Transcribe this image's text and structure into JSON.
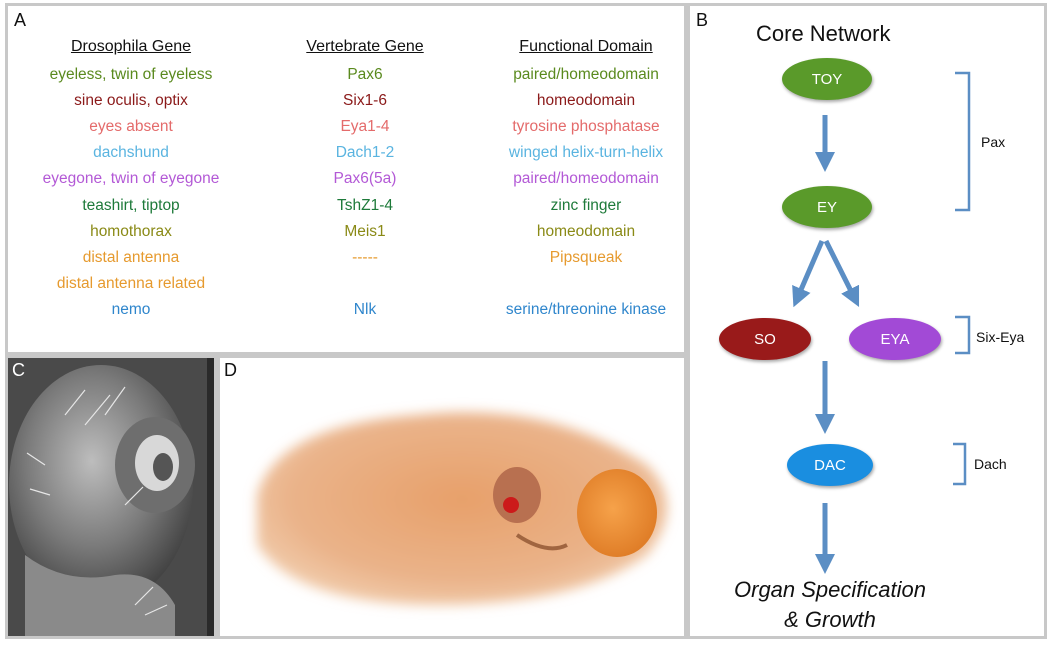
{
  "panels": {
    "a": "A",
    "b": "B",
    "c": "C",
    "d": "D"
  },
  "table": {
    "headers": [
      "Drosophila Gene",
      "Vertebrate Gene",
      "Functional Domain"
    ],
    "rows": [
      {
        "color": "#5a8a1e",
        "cells": [
          "eyeless, twin of eyeless",
          "Pax6",
          "paired/homeodomain"
        ]
      },
      {
        "color": "#8b1a1a",
        "cells": [
          "sine oculis, optix",
          "Six1-6",
          "homeodomain"
        ]
      },
      {
        "color": "#e46b6b",
        "cells": [
          "eyes absent",
          "Eya1-4",
          "tyrosine phosphatase"
        ]
      },
      {
        "color": "#5ab4e0",
        "cells": [
          "dachshund",
          "Dach1-2",
          "winged helix-turn-helix"
        ]
      },
      {
        "color": "#b359d6",
        "cells": [
          "eyegone, twin of eyegone",
          "Pax6(5a)",
          "paired/homeodomain"
        ]
      },
      {
        "color": "#1e7a3a",
        "cells": [
          "teashirt, tiptop",
          "TshZ1-4",
          "zinc finger"
        ]
      },
      {
        "color": "#8a8a16",
        "cells": [
          "homothorax",
          "Meis1",
          "homeodomain"
        ]
      },
      {
        "color": "#e69a2e",
        "cells": [
          "distal antenna",
          "-----",
          "Pipsqueak"
        ]
      },
      {
        "color": "#e69a2e",
        "cells": [
          "distal antenna related",
          "",
          ""
        ]
      },
      {
        "color": "#2f86cc",
        "cells": [
          "nemo",
          "Nlk",
          "serine/threonine kinase"
        ]
      }
    ]
  },
  "network": {
    "title": "Core Network",
    "nodes": {
      "toy": {
        "label": "TOY",
        "color": "#5a9a2a"
      },
      "ey": {
        "label": "EY",
        "color": "#5a9a2a"
      },
      "so": {
        "label": "SO",
        "color": "#991a1a"
      },
      "eya": {
        "label": "EYA",
        "color": "#a24ad6"
      },
      "dac": {
        "label": "DAC",
        "color": "#1a8ee0"
      }
    },
    "groups": {
      "pax": "Pax",
      "six_eya": "Six-Eya",
      "dach": "Dach"
    },
    "output_line1": "Organ Specification",
    "output_line2": "& Growth",
    "arrow_color": "#5b8ec4"
  }
}
